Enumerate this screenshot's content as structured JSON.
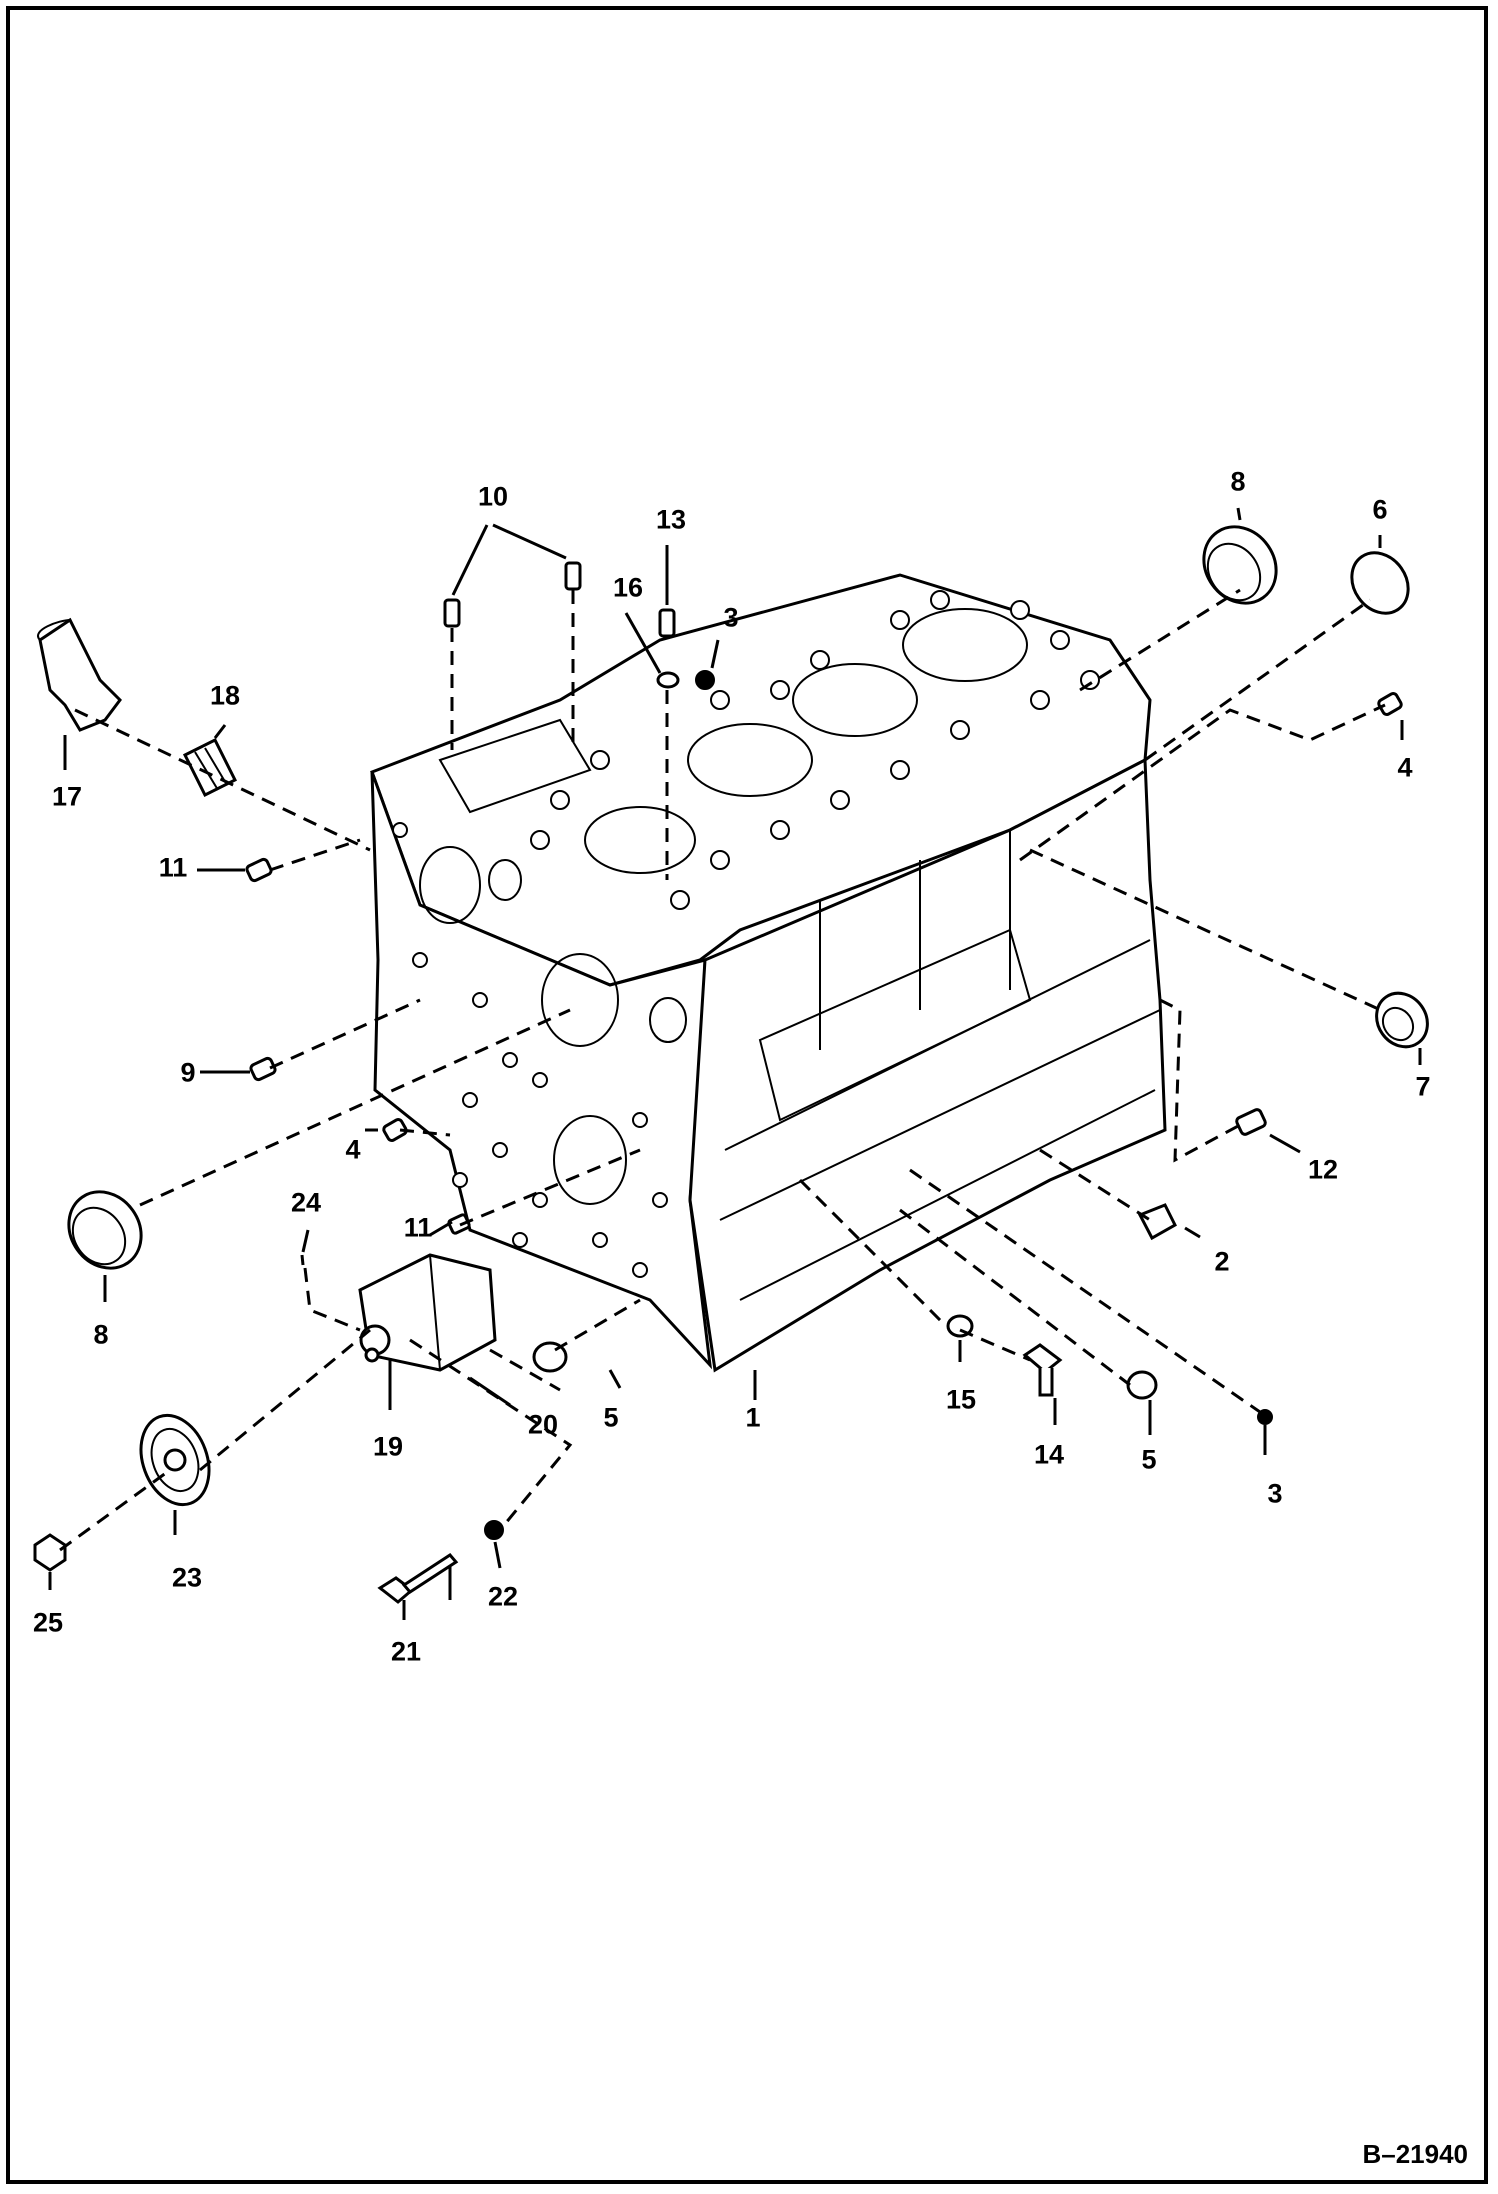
{
  "diagram": {
    "reference": "B–21940",
    "callouts": {
      "c1": "1",
      "c2": "2",
      "c3a": "3",
      "c3b": "3",
      "c4a": "4",
      "c4b": "4",
      "c5a": "5",
      "c5b": "5",
      "c6": "6",
      "c7": "7",
      "c8a": "8",
      "c8b": "8",
      "c9": "9",
      "c10": "10",
      "c11a": "11",
      "c11b": "11",
      "c12": "12",
      "c13": "13",
      "c14": "14",
      "c15": "15",
      "c16": "16",
      "c17": "17",
      "c18": "18",
      "c19": "19",
      "c20": "20",
      "c21": "21",
      "c22": "22",
      "c23": "23",
      "c24": "24",
      "c25": "25"
    }
  }
}
